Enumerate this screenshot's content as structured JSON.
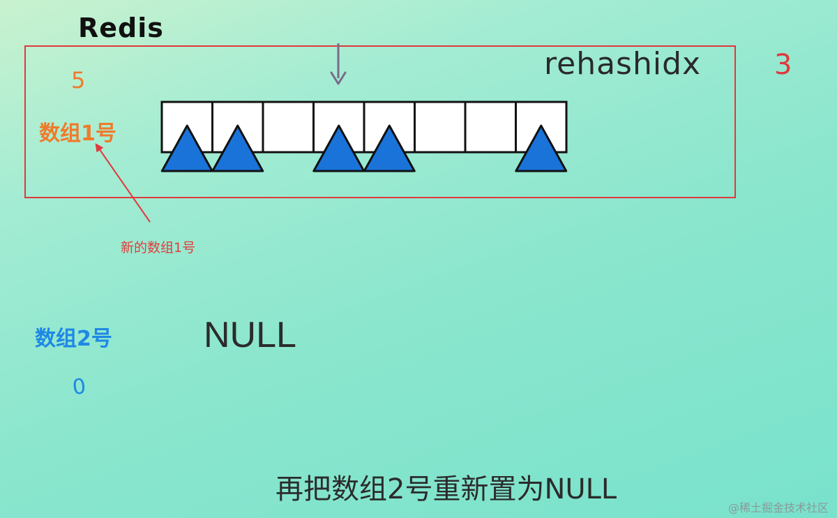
{
  "title": "Redis",
  "rehashidx": {
    "label": "rehashidx",
    "value": "3"
  },
  "array1": {
    "label": "数组1号",
    "size": "5",
    "slot_count": 8,
    "filled_slots": [
      0,
      1,
      3,
      4,
      7
    ],
    "annotation": "新的数组1号"
  },
  "array2": {
    "label": "数组2号",
    "size": "0",
    "content": "NULL"
  },
  "caption": "再把数组2号重新置为NULL",
  "watermark": "@稀土掘金技术社区",
  "colors": {
    "frame": "#e0383c",
    "triangle": "#1a73d9",
    "array1_text": "#f07a2a",
    "array2_text": "#1e88e5",
    "pointer": "#7a6a8a"
  },
  "icons": {
    "pointer": "down-arrow-icon",
    "annotation_arrow": "red-arrow-icon"
  }
}
